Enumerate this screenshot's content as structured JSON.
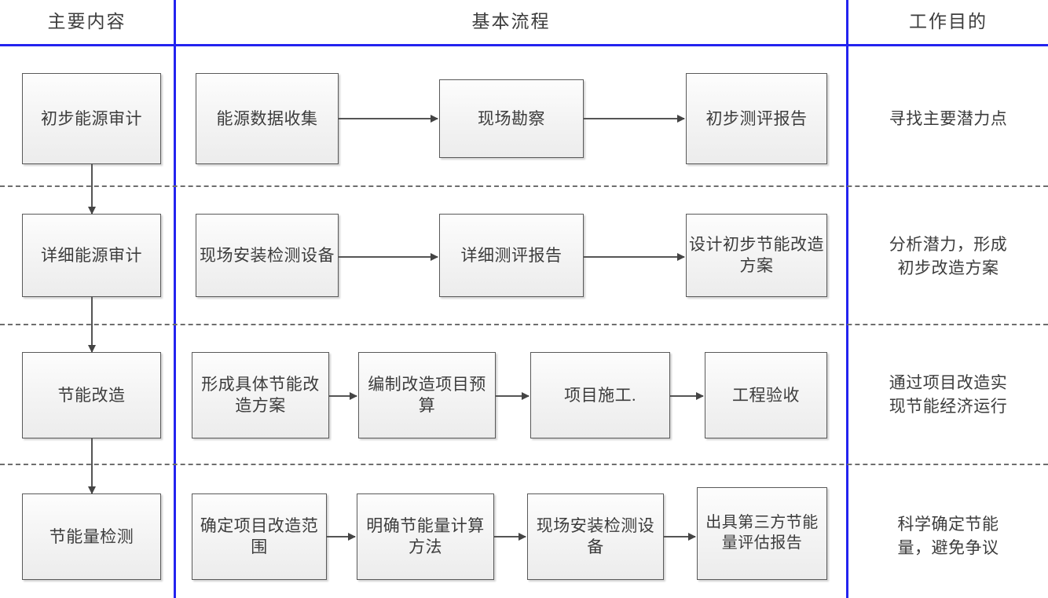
{
  "columns": {
    "left_header": "主要内容",
    "middle_header": "基本流程",
    "right_header": "工作目的"
  },
  "colors": {
    "divider": "#2323ef",
    "box_border": "#595959",
    "box_fill": "#f2f2f2",
    "connector": "#555555",
    "text": "#3c3c3c",
    "dashed_separator": "#6e6e6e"
  },
  "rows": [
    {
      "stage": "初步能源审计",
      "steps": [
        "能源数据收集",
        "现场勘察",
        "初步测评报告"
      ],
      "purpose": "寻找主要潜力点"
    },
    {
      "stage": "详细能源审计",
      "steps": [
        "现场安装检测设备",
        "详细测评报告",
        "设计初步节能改造方案"
      ],
      "purpose": "分析潜力，形成\n初步改造方案"
    },
    {
      "stage": "节能改造",
      "steps": [
        "形成具体节能改造方案",
        "编制改造项目预算",
        "项目施工.",
        "工程验收"
      ],
      "purpose": "通过项目改造实\n现节能经济运行"
    },
    {
      "stage": "节能量检测",
      "steps": [
        "确定项目改造范围",
        "明确节能量计算方法",
        "现场安装检测设备",
        "出具第三方节能量评估报告"
      ],
      "purpose": "科学确定节能\n量，避免争议"
    }
  ]
}
